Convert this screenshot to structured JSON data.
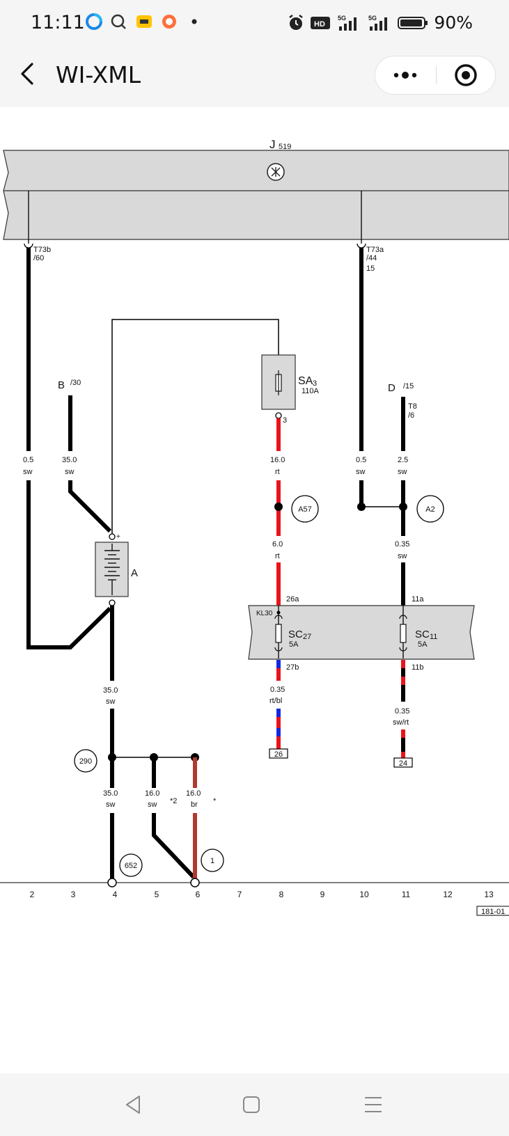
{
  "status": {
    "time": "11:11",
    "battery": "90%",
    "network1": "5G",
    "network2": "5G"
  },
  "navbar": {
    "title": "WI-XML"
  },
  "diagram": {
    "module_letter": "J",
    "module_sub": "519",
    "connectors": {
      "t73b": "T73b",
      "t73b_pin": "/60",
      "t73a": "T73a",
      "t73a_pin": "/44",
      "t73a_extra": "15",
      "t8": "T8",
      "t8_pin": "/6"
    },
    "terminals": {
      "b": "B",
      "b_num": "/30",
      "d": "D",
      "d_num": "/15"
    },
    "fuse_sa3": {
      "name": "SA",
      "sub": "3",
      "rating": "110A",
      "pin": "3"
    },
    "battery_label": "A",
    "battery_plus": "+",
    "wires": {
      "w1_gauge": "0.5",
      "w1_color": "sw",
      "w2_gauge": "35.0",
      "w2_color": "sw",
      "w3_gauge": "16.0",
      "w3_color": "rt",
      "w4_gauge": "0.5",
      "w4_color": "sw",
      "w5_gauge": "2.5",
      "w5_color": "sw",
      "w6_gauge": "6.0",
      "w6_color": "rt",
      "w7_gauge": "0.35",
      "w7_color": "sw",
      "w8_gauge": "35.0",
      "w8_color": "sw",
      "w9_gauge": "0.35",
      "w9_color": "rt/bl",
      "w10_gauge": "0.35",
      "w10_color": "sw/rt",
      "w11_gauge": "35.0",
      "w11_color": "sw",
      "w12_gauge": "16.0",
      "w12_color": "sw",
      "w12_note": "*2",
      "w13_gauge": "16.0",
      "w13_color": "br",
      "w13_note": "*"
    },
    "nodes": {
      "a57": "A57",
      "a2": "A2",
      "n290": "290",
      "n652": "652",
      "n1": "1"
    },
    "fusebox": {
      "kl30": "KL30",
      "sc27": "SC",
      "sc27_sub": "27",
      "sc27_rating": "5A",
      "sc11": "SC",
      "sc11_sub": "11",
      "sc11_rating": "5A",
      "pin_26a": "26a",
      "pin_27b": "27b",
      "pin_11a": "11a",
      "pin_11b": "11b"
    },
    "refs": {
      "r26": "26",
      "r24": "24"
    },
    "scale": [
      "2",
      "3",
      "4",
      "5",
      "6",
      "7",
      "8",
      "9",
      "10",
      "11",
      "12",
      "13"
    ],
    "page_ref": "181-01"
  },
  "colors": {
    "wire_red": "#e8141b",
    "wire_blue": "#1428e0",
    "wire_brown": "#b03a30",
    "wire_black": "#000000",
    "box_fill": "#d9d9d9"
  }
}
